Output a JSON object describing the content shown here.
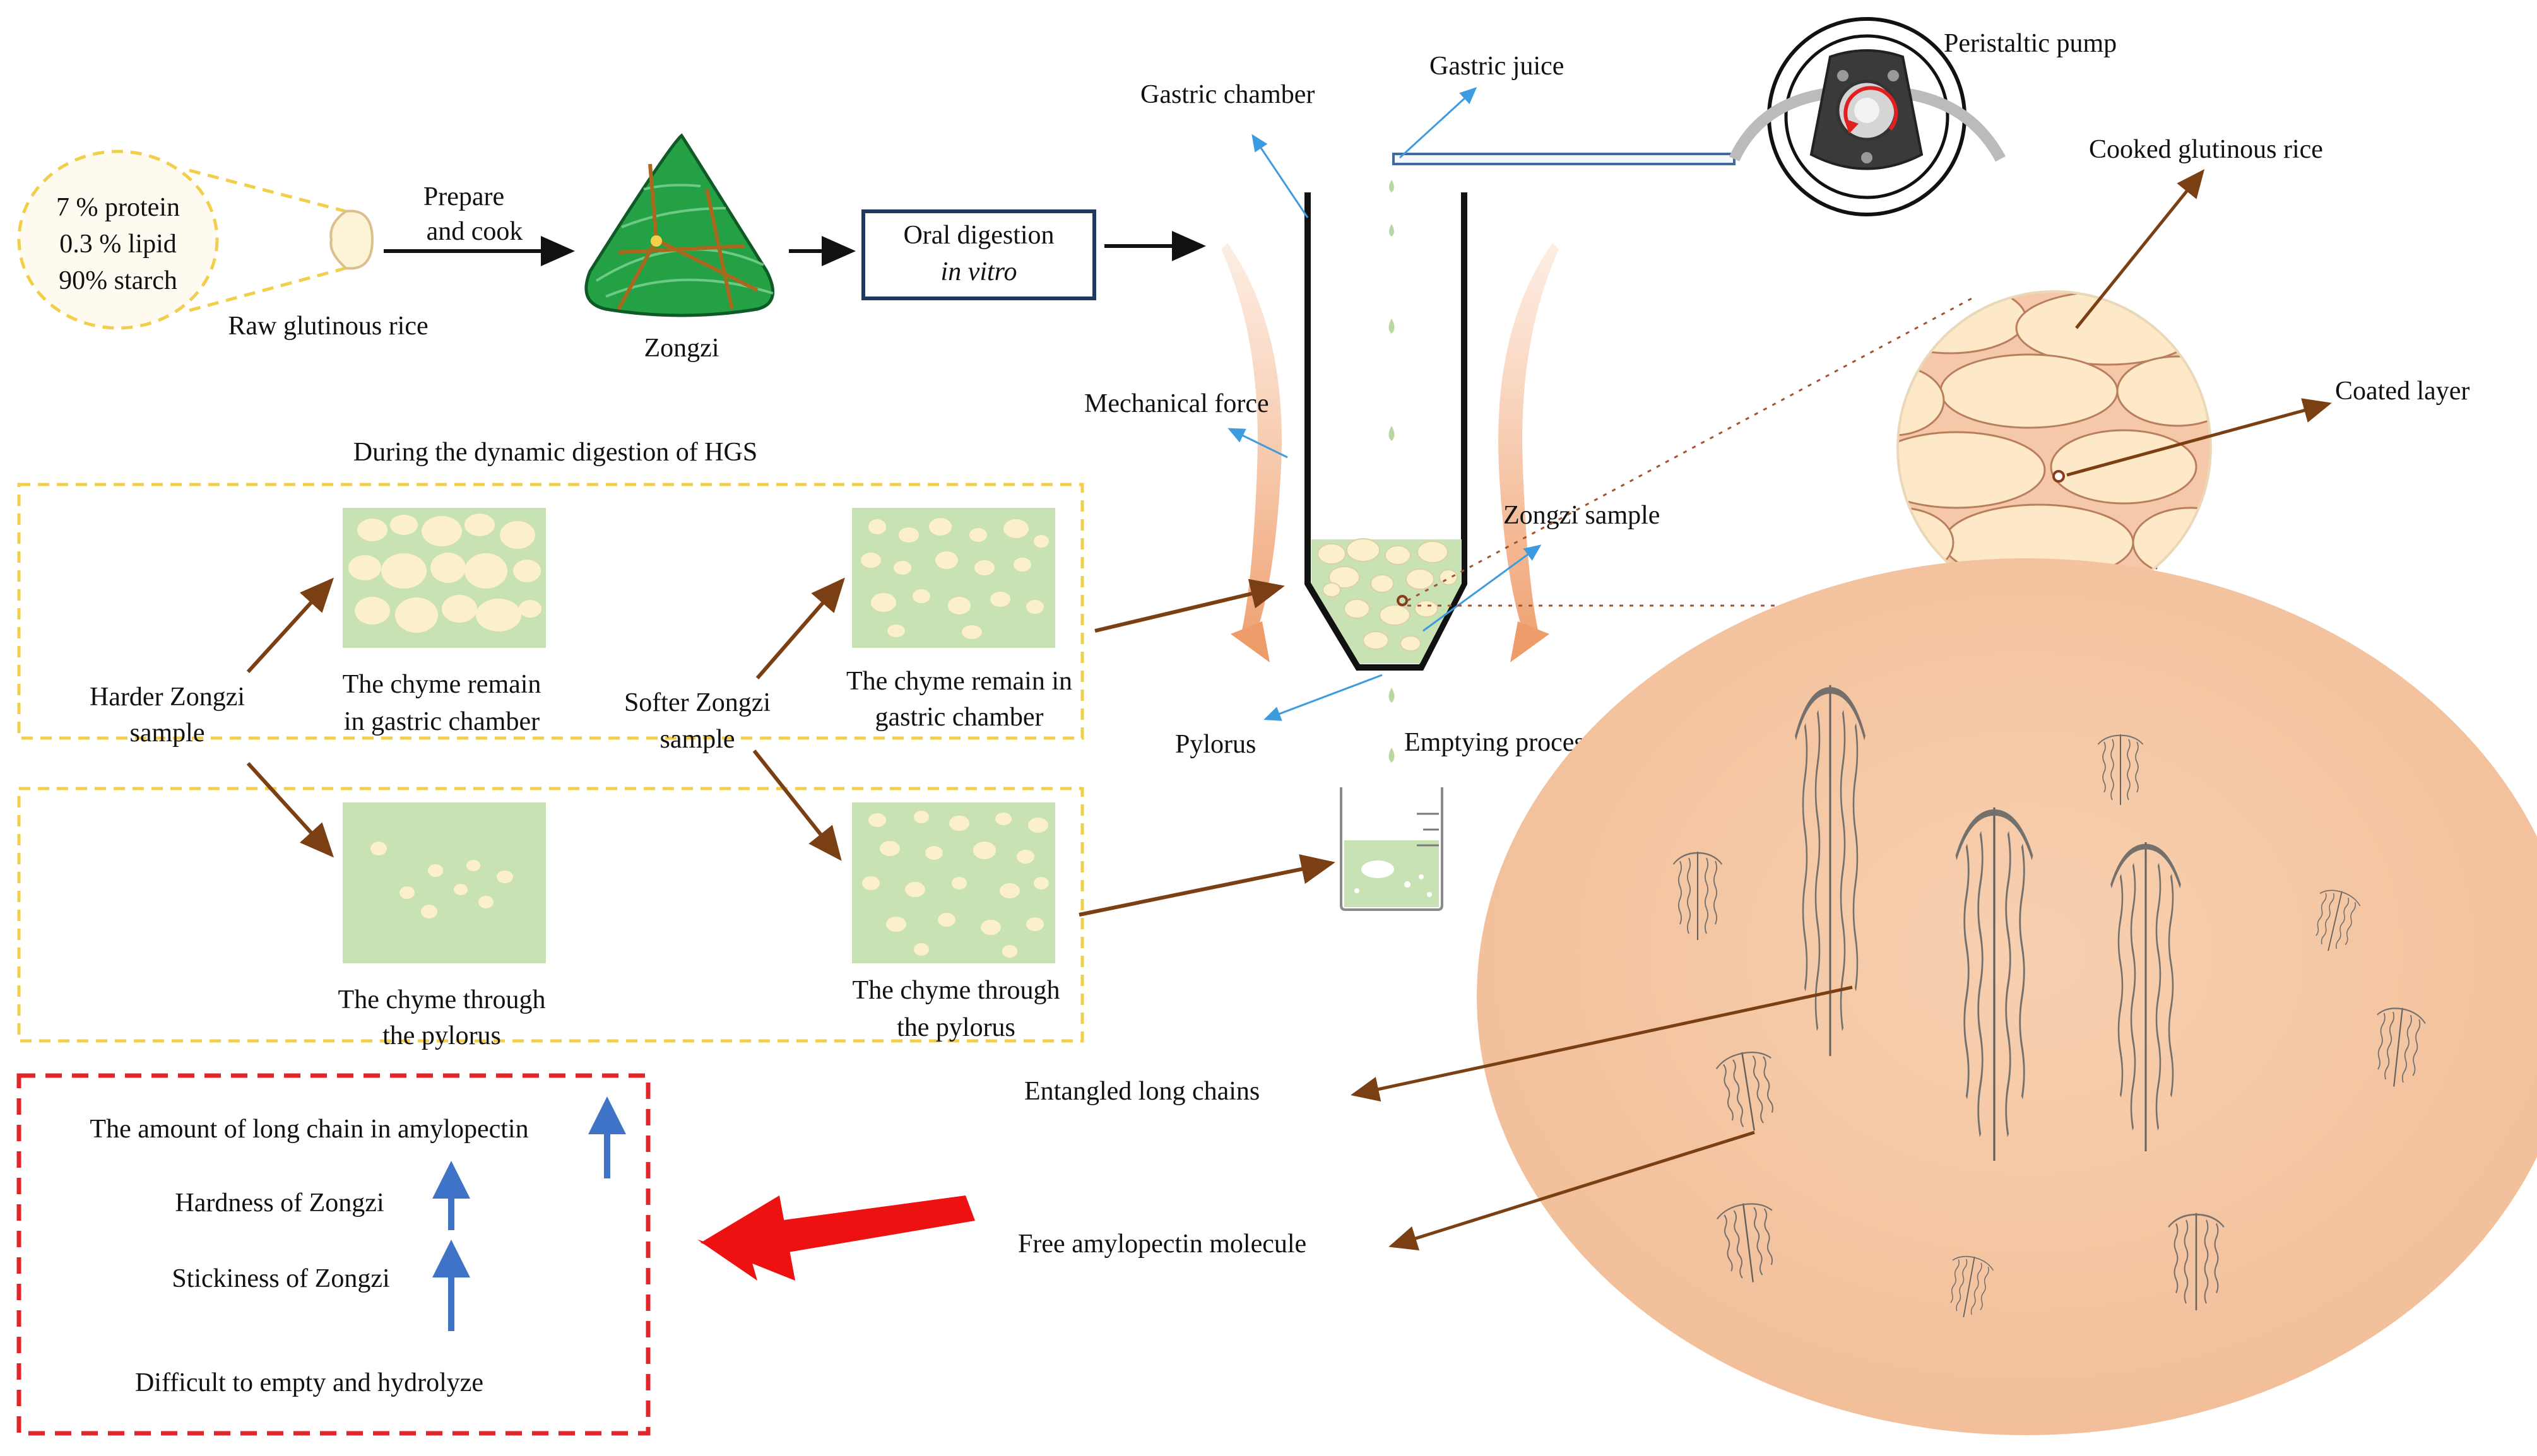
{
  "raw_rice": {
    "composition": [
      "7 % protein",
      "0.3 % lipid",
      "90% starch"
    ],
    "label": "Raw glutinous rice"
  },
  "prepare_cook": [
    "Prepare",
    "and cook"
  ],
  "zongzi_label": "Zongzi",
  "oral_digestion": {
    "line1": "Oral digestion",
    "line2": "in vitro"
  },
  "apparatus": {
    "gastric_chamber": "Gastric chamber",
    "gastric_juice": "Gastric juice",
    "peristaltic_pump": "Peristaltic pump",
    "mechanical_force": "Mechanical force",
    "zongzi_sample": "Zongzi sample",
    "pylorus": "Pylorus",
    "emptying_process": "Emptying process"
  },
  "micro": {
    "cooked_rice": "Cooked glutinous rice",
    "coated_layer": "Coated layer",
    "entangled": "Entangled long chains",
    "free_amylopectin": "Free amylopectin molecule"
  },
  "dynamic": {
    "title": "During the dynamic digestion of HGS",
    "harder": [
      "Harder Zongzi",
      "sample"
    ],
    "softer": [
      "Softer Zongzi",
      "sample"
    ],
    "remain_hard": [
      "The chyme remain",
      "in gastric chamber"
    ],
    "remain_soft": [
      "The chyme remain in",
      "gastric chamber"
    ],
    "through_hard": [
      "The chyme through",
      "the pylorus"
    ],
    "through_soft": [
      "The chyme through",
      "the pylorus"
    ]
  },
  "conclusion": {
    "long_chain": "The amount of long chain in amylopectin",
    "hardness": "Hardness of Zongzi",
    "stickiness": "Stickiness of Zongzi",
    "difficult": "Difficult to empty and hydrolyze"
  },
  "colors": {
    "brown_arrow": "#7a3f12",
    "blue_line": "#3d9be0",
    "yellow_dash": "#f2cf4a",
    "red_dash": "#e0262a",
    "red_arrow": "#ee1111",
    "chyme_green": "#c9e2b3",
    "particle": "#fbf0c9",
    "peach": "#f5c8a7",
    "zongzi_green": "#25a145",
    "up_arrow_blue": "#3e73c7"
  }
}
